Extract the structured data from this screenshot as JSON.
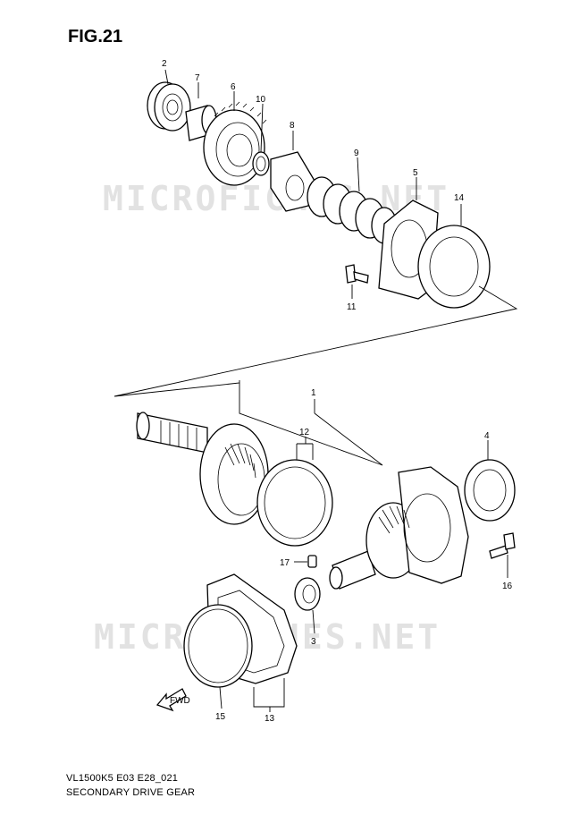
{
  "figure_title": "FIG.21",
  "watermark": "MICROFICHES.NET",
  "fwd_label": "FWD",
  "caption": {
    "model_code": "VL1500K5 E03 E28_021",
    "title": "SECONDARY DRIVE GEAR"
  },
  "callouts": [
    {
      "id": "c2",
      "label": "2"
    },
    {
      "id": "c7",
      "label": "7"
    },
    {
      "id": "c6",
      "label": "6"
    },
    {
      "id": "c10",
      "label": "10"
    },
    {
      "id": "c8",
      "label": "8"
    },
    {
      "id": "c9",
      "label": "9"
    },
    {
      "id": "c5",
      "label": "5"
    },
    {
      "id": "c14",
      "label": "14"
    },
    {
      "id": "c11",
      "label": "11"
    },
    {
      "id": "c1",
      "label": "1"
    },
    {
      "id": "c12",
      "label": "12"
    },
    {
      "id": "c4",
      "label": "4"
    },
    {
      "id": "c17",
      "label": "17"
    },
    {
      "id": "c16",
      "label": "16"
    },
    {
      "id": "c3",
      "label": "3"
    },
    {
      "id": "c15",
      "label": "15"
    },
    {
      "id": "c13",
      "label": "13"
    }
  ]
}
